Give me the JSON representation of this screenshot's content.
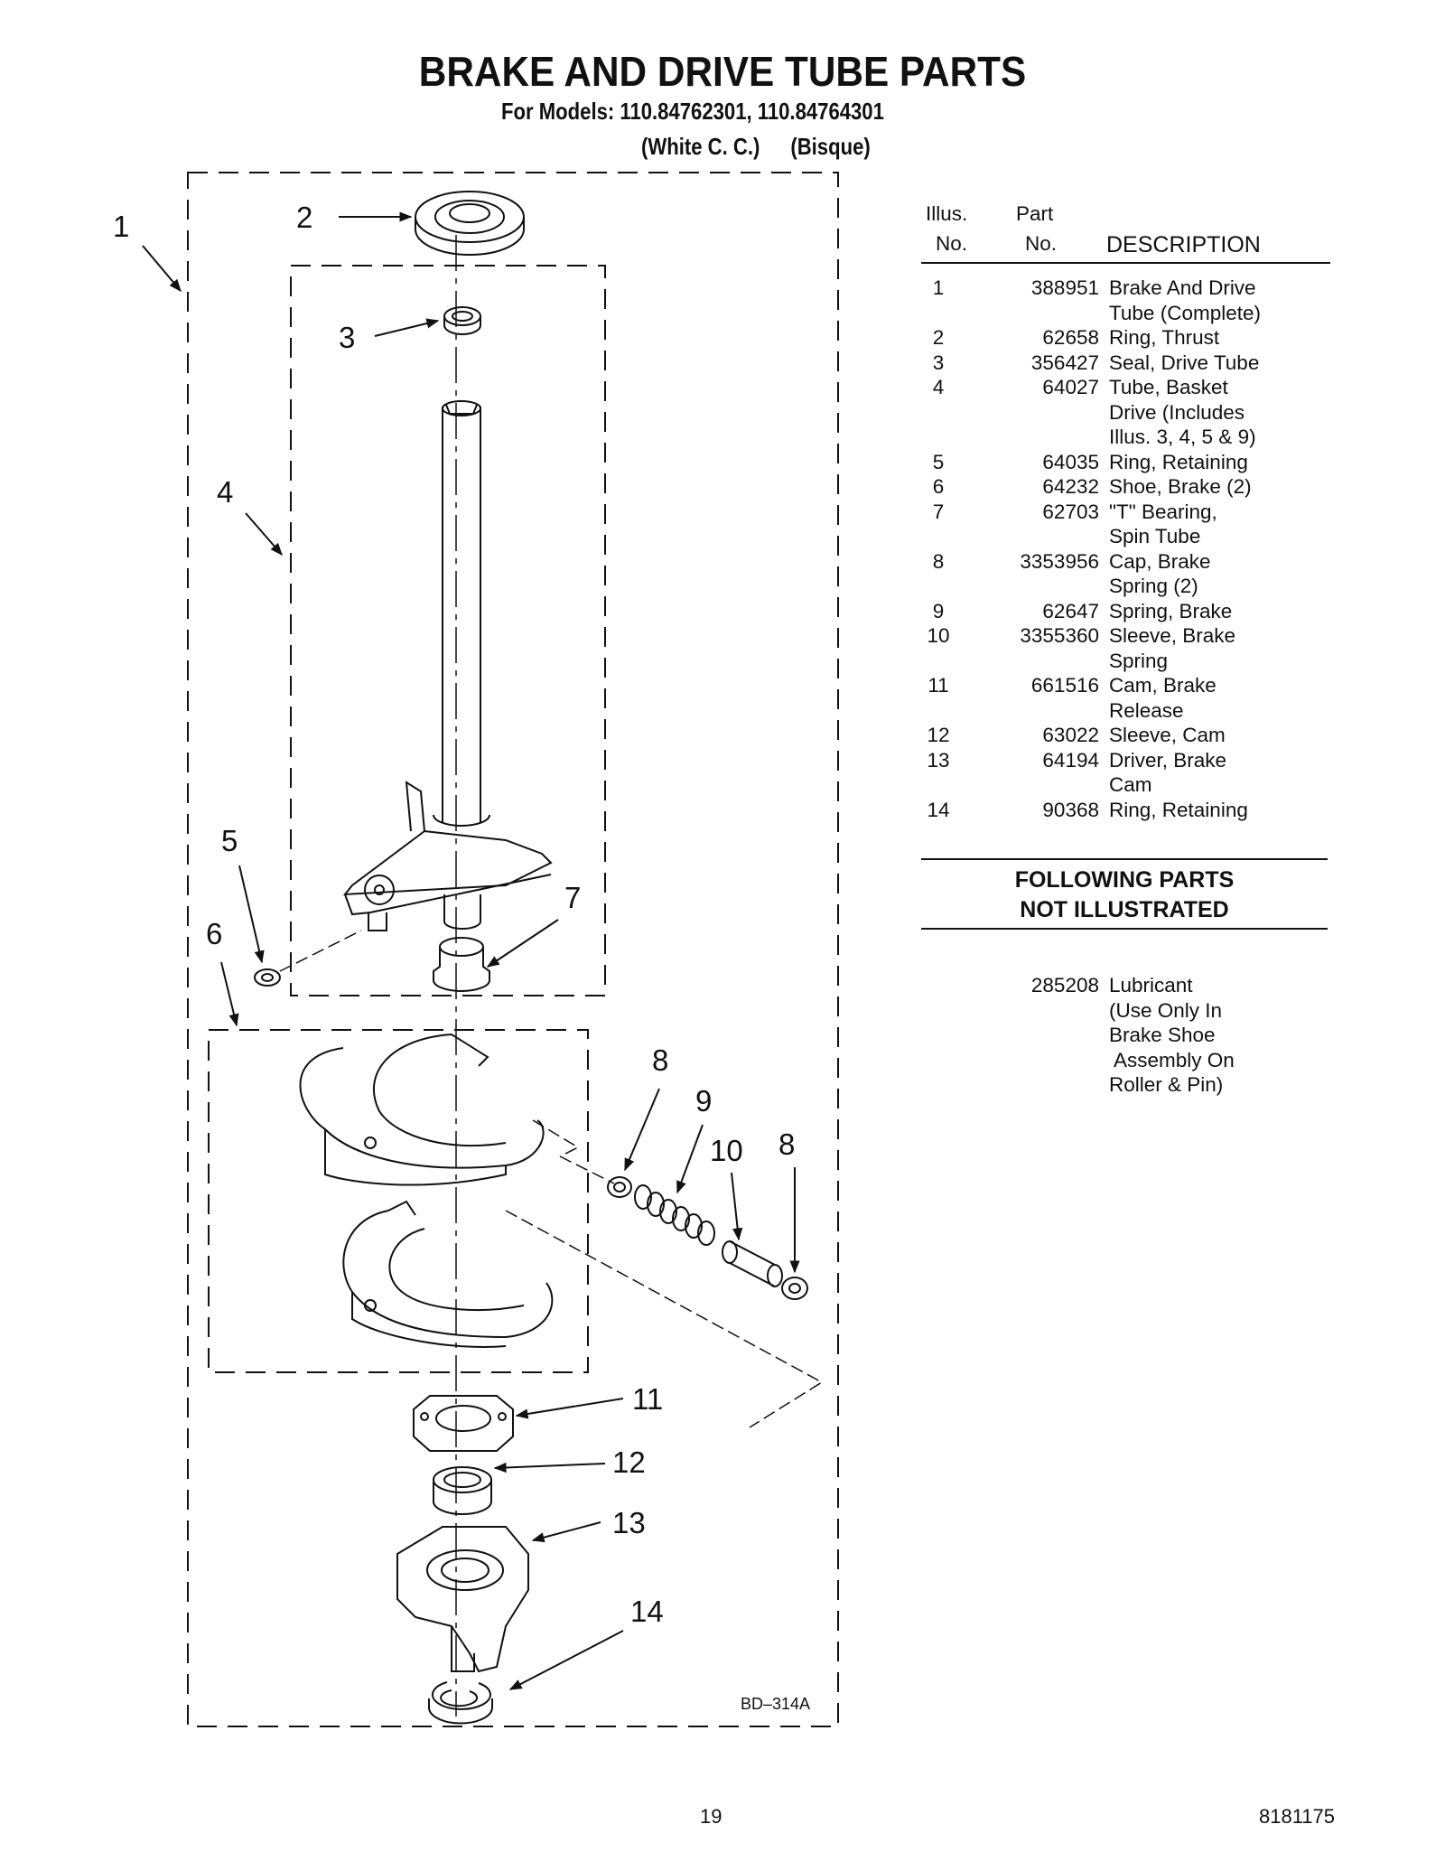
{
  "header": {
    "title": "BRAKE AND DRIVE TUBE PARTS",
    "models": "For Models: 110.84762301, 110.84764301",
    "variant_1": "(White C. C.)",
    "variant_2": "(Bisque)"
  },
  "diagram": {
    "callouts": [
      "1",
      "2",
      "3",
      "4",
      "5",
      "6",
      "7",
      "8",
      "9",
      "10",
      "8",
      "11",
      "12",
      "13",
      "14"
    ],
    "drawing_code": "BD–314A"
  },
  "parts_table": {
    "col_illus": [
      "Illus.",
      "No."
    ],
    "col_part": [
      "Part",
      "No."
    ],
    "col_desc": "DESCRIPTION",
    "rows": [
      {
        "illus": "1",
        "part": "388951",
        "desc": [
          "Brake And Drive",
          "Tube (Complete)"
        ]
      },
      {
        "illus": "2",
        "part": "62658",
        "desc": [
          "Ring, Thrust"
        ]
      },
      {
        "illus": "3",
        "part": "356427",
        "desc": [
          "Seal, Drive Tube"
        ]
      },
      {
        "illus": "4",
        "part": "64027",
        "desc": [
          "Tube, Basket",
          "Drive (Includes",
          "Illus. 3, 4, 5 & 9)"
        ]
      },
      {
        "illus": "5",
        "part": "64035",
        "desc": [
          "Ring, Retaining"
        ]
      },
      {
        "illus": "6",
        "part": "64232",
        "desc": [
          "Shoe, Brake (2)"
        ]
      },
      {
        "illus": "7",
        "part": "62703",
        "desc": [
          "\"T\" Bearing,",
          "Spin Tube"
        ]
      },
      {
        "illus": "8",
        "part": "3353956",
        "desc": [
          "Cap, Brake",
          "Spring (2)"
        ]
      },
      {
        "illus": "9",
        "part": "62647",
        "desc": [
          "Spring, Brake"
        ]
      },
      {
        "illus": "10",
        "part": "3355360",
        "desc": [
          "Sleeve, Brake",
          "Spring"
        ]
      },
      {
        "illus": "11",
        "part": "661516",
        "desc": [
          "Cam, Brake",
          "Release"
        ]
      },
      {
        "illus": "12",
        "part": "63022",
        "desc": [
          "Sleeve, Cam"
        ]
      },
      {
        "illus": "13",
        "part": "64194",
        "desc": [
          "Driver, Brake",
          "Cam"
        ]
      },
      {
        "illus": "14",
        "part": "90368",
        "desc": [
          "Ring, Retaining"
        ]
      }
    ]
  },
  "not_illustrated": {
    "heading_line1": "FOLLOWING PARTS",
    "heading_line2": "NOT ILLUSTRATED",
    "part": "285208",
    "desc": [
      "Lubricant",
      "(Use Only In",
      "Brake Shoe",
      " Assembly On",
      "Roller & Pin)"
    ]
  },
  "footer": {
    "page_number": "19",
    "document_number": "8181175"
  }
}
